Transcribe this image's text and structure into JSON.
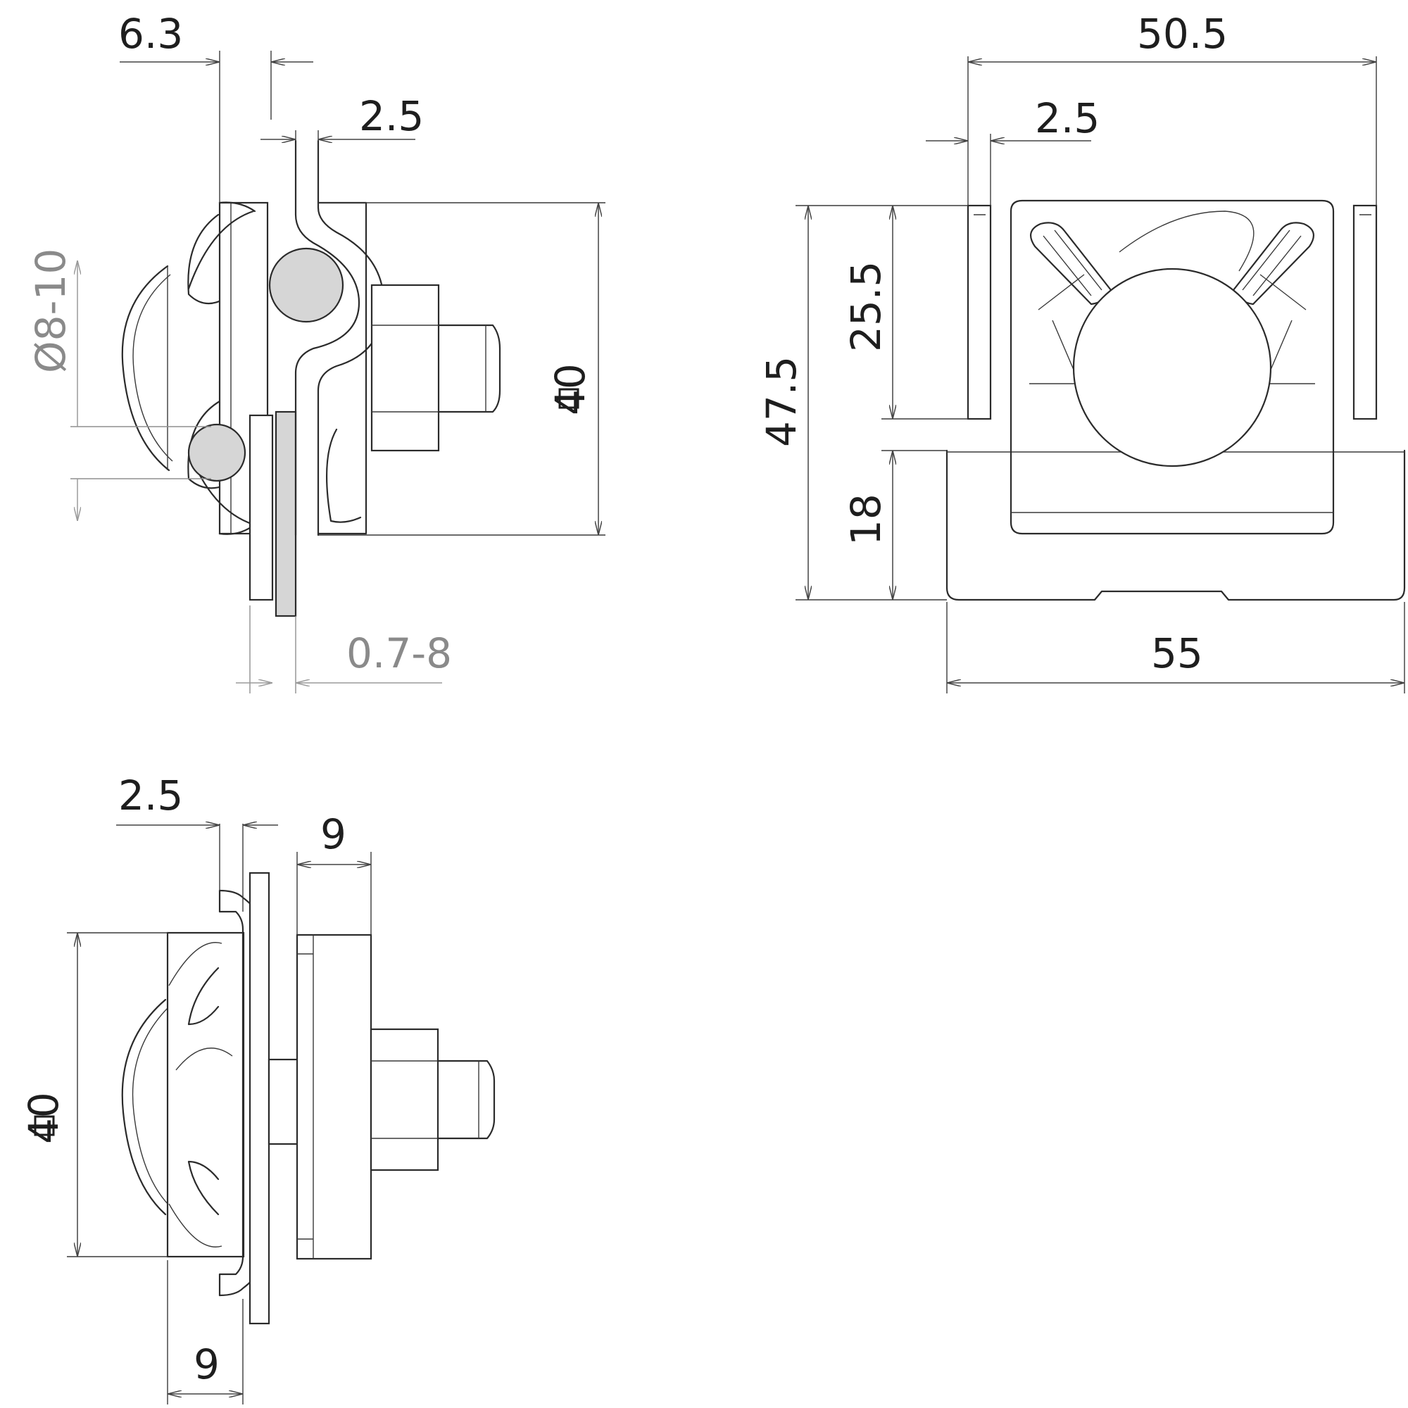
{
  "dimensions": {
    "side_top_width": "6.3",
    "side_sheet_thickness": "2.5",
    "side_conductor_diameter": "Ø8-10",
    "side_square": "40",
    "side_plate_range": "0.7-8",
    "front_width": "50.5",
    "front_thickness": "2.5",
    "front_height_upper": "25.5",
    "front_height_total": "47.5",
    "front_height_lower": "18",
    "front_base_width": "55",
    "bottom_sheet_thickness": "2.5",
    "bottom_depth": "9",
    "bottom_square": "40",
    "bottom_width": "9"
  },
  "colors": {
    "line": "#2b2b2b",
    "conductor_fill": "#d6d6d6",
    "secondary_dimension": "#8a8a8a"
  },
  "icons": [
    "square-symbol-icon",
    "diameter-symbol-icon"
  ]
}
